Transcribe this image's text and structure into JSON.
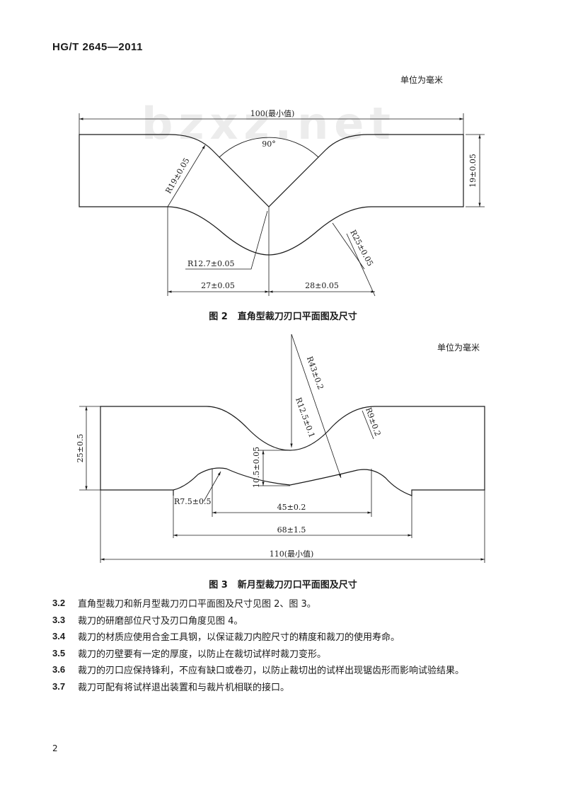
{
  "header": {
    "standard_code": "HG/T 2645—2011"
  },
  "watermark": "bzxz.net",
  "figure2": {
    "unit_note": "单位为毫米",
    "dim_total": "100(最小值)",
    "dim_angle": "90°",
    "dim_height": "19±0.05",
    "dim_r19": "R19±0.05",
    "dim_r25": "R25±0.05",
    "dim_r127": "R12.7±0.05",
    "dim_left": "27±0.05",
    "dim_right": "28±0.05",
    "caption_num": "图 2",
    "caption_text": "直角型裁刀刃口平面图及尺寸"
  },
  "figure3": {
    "unit_note": "单位为毫米",
    "dim_r43": "R43±0.2",
    "dim_r125": "R12.5±0.1",
    "dim_r9": "R9±0.2",
    "dim_height": "25±0.5",
    "dim_inner": "10.5±0.05",
    "dim_r75": "R7.5±0.5",
    "dim_45": "45±0.2",
    "dim_68": "68±1.5",
    "dim_total": "110(最小值)",
    "caption_num": "图 3",
    "caption_text": "新月型裁刀刃口平面图及尺寸"
  },
  "clauses": [
    {
      "no": "3.2",
      "text": "直角型裁刀和新月型裁刀刃口平面图及尺寸见图 2、图 3。"
    },
    {
      "no": "3.3",
      "text": "裁刀的研磨部位尺寸及刃口角度见图 4。"
    },
    {
      "no": "3.4",
      "text": "裁刀的材质应使用合金工具钢，以保证裁刀内腔尺寸的精度和裁刀的使用寿命。"
    },
    {
      "no": "3.5",
      "text": "裁刀的刃壁要有一定的厚度，以防止在裁切试样时裁刀变形。"
    },
    {
      "no": "3.6",
      "text": "裁刀的刃口应保持锋利，不应有缺口或卷刃，以防止裁切出的试样出现锯齿形而影响试验结果。"
    },
    {
      "no": "3.7",
      "text": "裁刀可配有将试样退出装置和与裁片机相联的接口。"
    }
  ],
  "page_number": "2"
}
